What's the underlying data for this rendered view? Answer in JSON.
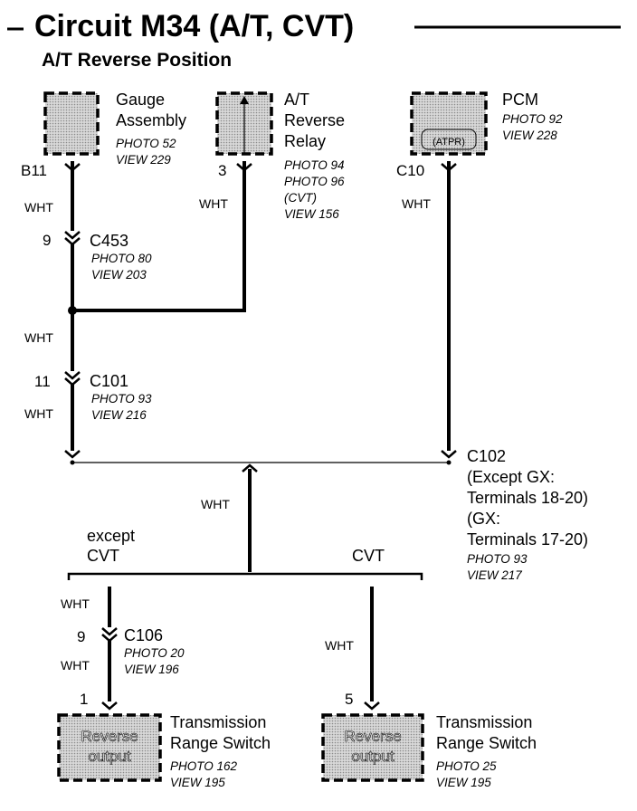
{
  "header": {
    "title": "Circuit M34 (A/T, CVT)",
    "subtitle": "A/T Reverse Position"
  },
  "components": {
    "gauge": {
      "name1": "Gauge",
      "name2": "Assembly",
      "photo": "PHOTO 52",
      "view": "VIEW 229",
      "pin": "B11"
    },
    "relay": {
      "name1": "A/T",
      "name2": "Reverse",
      "name3": "Relay",
      "photo1": "PHOTO 94",
      "photo2": "PHOTO 96",
      "note": "(CVT)",
      "view": "VIEW 156",
      "pin": "3"
    },
    "pcm": {
      "name": "PCM",
      "inner": "(ATPR)",
      "photo": "PHOTO 92",
      "view": "VIEW 228",
      "pin": "C10"
    },
    "trs_left": {
      "inner1": "Reverse",
      "inner2": "output",
      "name1": "Transmission",
      "name2": "Range Switch",
      "photo": "PHOTO 162",
      "view": "VIEW 195",
      "pin": "1"
    },
    "trs_right": {
      "inner1": "Reverse",
      "inner2": "output",
      "name1": "Transmission",
      "name2": "Range Switch",
      "photo": "PHOTO 25",
      "view": "VIEW 195",
      "pin": "5"
    }
  },
  "connectors": {
    "c453": {
      "name": "C453",
      "photo": "PHOTO 80",
      "view": "VIEW 203",
      "pin": "9"
    },
    "c101": {
      "name": "C101",
      "photo": "PHOTO 93",
      "view": "VIEW 216",
      "pin": "11"
    },
    "c102": {
      "name": "C102",
      "line1": "(Except GX:",
      "line2": "Terminals 18-20)",
      "line3": "(GX:",
      "line4": "Terminals 17-20)",
      "photo": "PHOTO 93",
      "view": "VIEW 217"
    },
    "c106": {
      "name": "C106",
      "photo": "PHOTO 20",
      "view": "VIEW 196",
      "pin": "9"
    }
  },
  "wires": {
    "color": "WHT"
  },
  "branches": {
    "left": {
      "line1": "except",
      "line2": "CVT"
    },
    "right": "CVT"
  }
}
